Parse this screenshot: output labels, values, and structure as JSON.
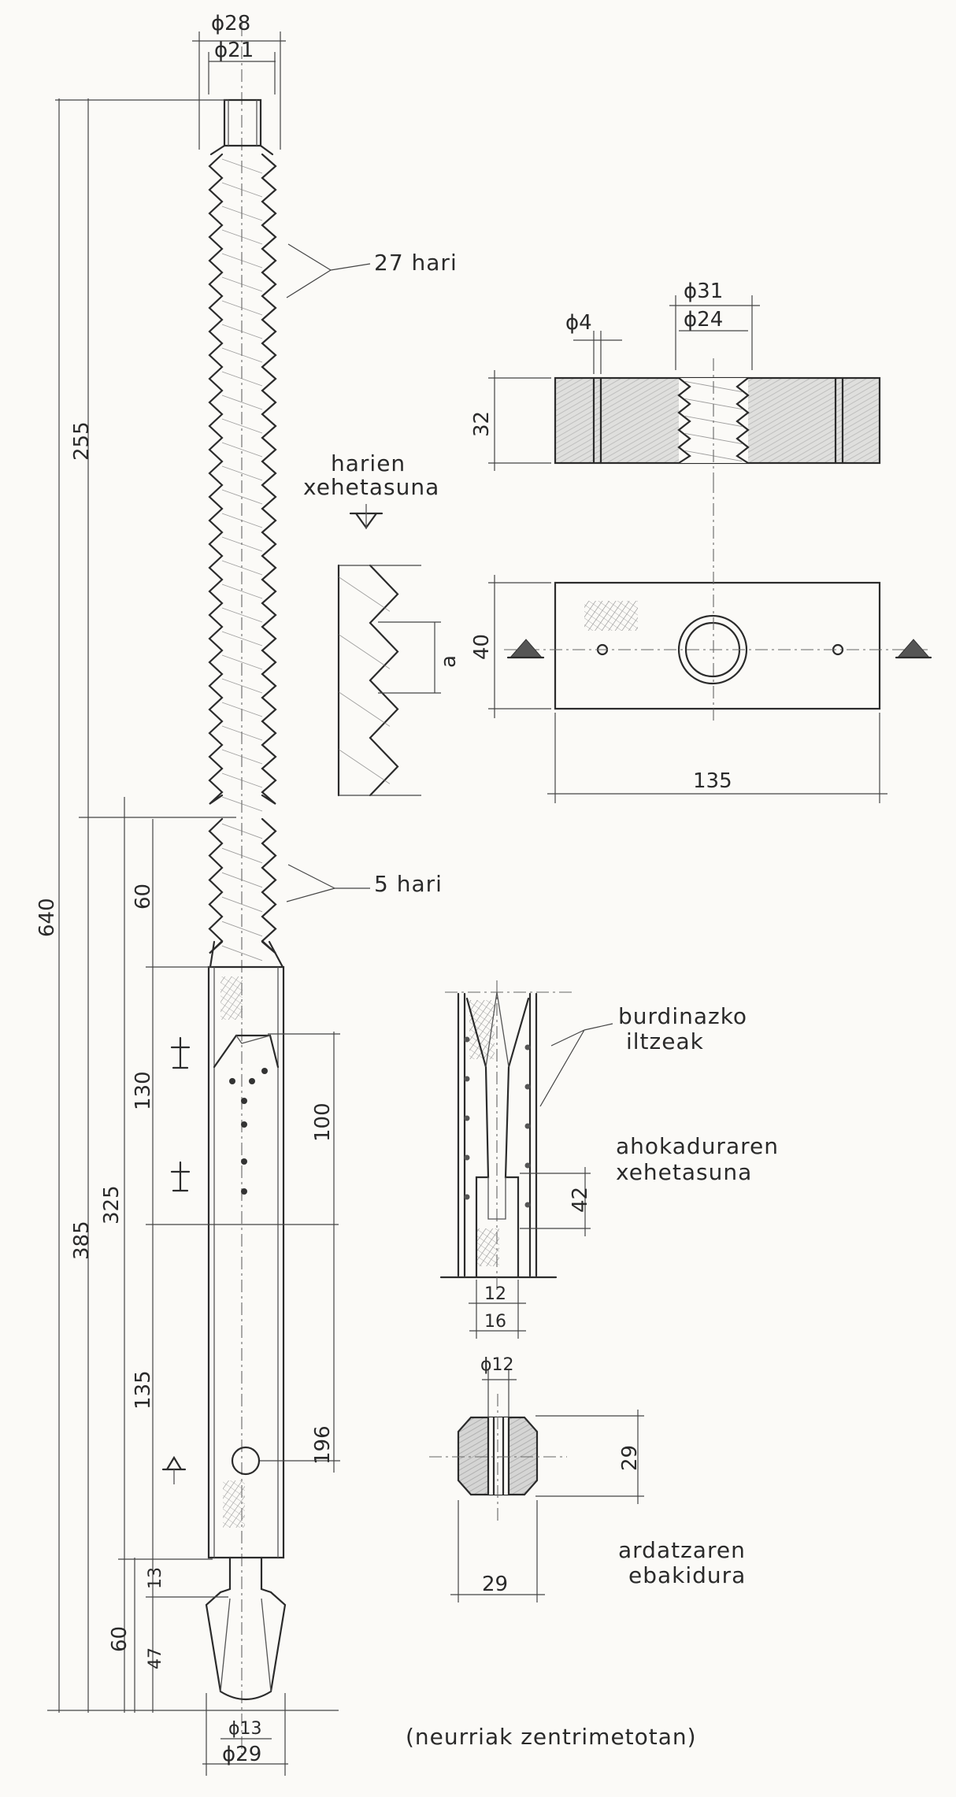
{
  "labels": {
    "threads_27": "27 hari",
    "threads_5": "5 hari",
    "thread_detail_1": "harien",
    "thread_detail_2": "xehetasuna",
    "nails_1": "burdinazko",
    "nails_2": "iltzeak",
    "slot_detail_1": "ahokaduraren",
    "slot_detail_2": "xehetasuna",
    "shaft_section_1": "ardatzaren",
    "shaft_section_2": "ebakidura",
    "units_note": "(neurriak zentrimetotan)"
  },
  "dimensions": {
    "d28": "ϕ28",
    "d21": "ϕ21",
    "total_640": "640",
    "thread_255": "255",
    "len_385": "385",
    "len_325": "325",
    "thread_60": "60",
    "seg_130": "130",
    "seg_100": "100",
    "seg_135": "135",
    "seg_196": "196",
    "seg_13": "13",
    "tip_47": "47",
    "tip_60": "60",
    "d13": "ϕ13",
    "d29": "ϕ29",
    "nut_d4": "ϕ4",
    "nut_d31": "ϕ31",
    "nut_d24": "ϕ24",
    "nut_32": "32",
    "nut_40": "40",
    "nut_135": "135",
    "pitch_a": "a",
    "slot_42": "42",
    "slot_12": "12",
    "slot_16": "16",
    "sec_d12": "ϕ12",
    "sec_29h": "29",
    "sec_29w": "29"
  }
}
